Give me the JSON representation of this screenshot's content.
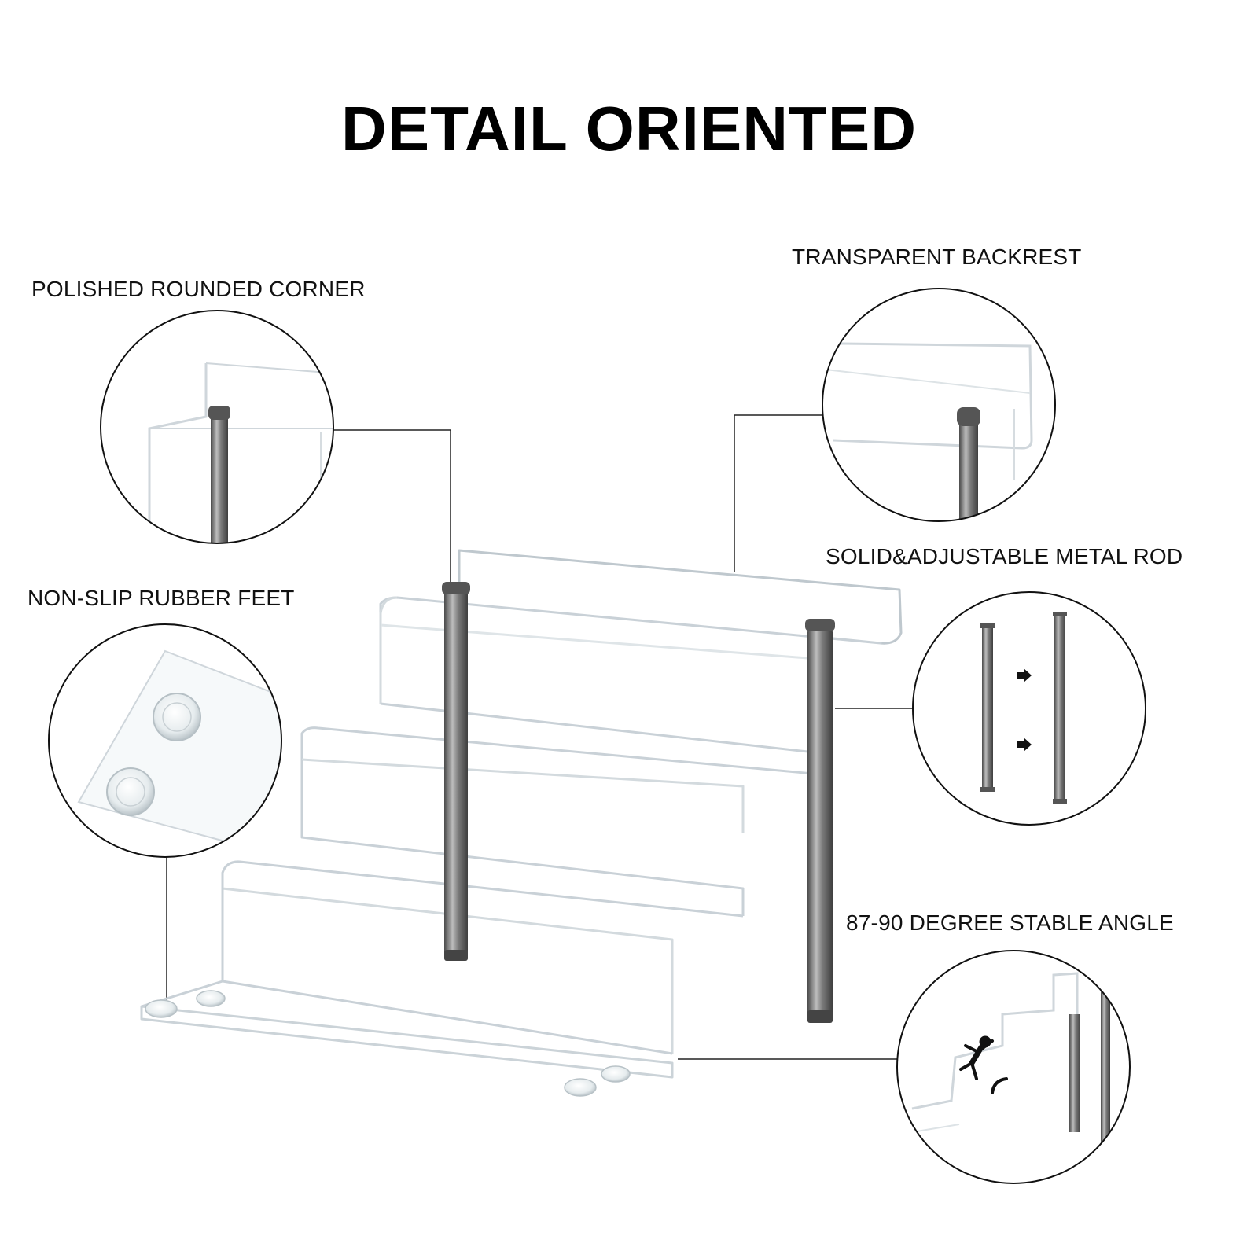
{
  "title": "DETAIL ORIENTED",
  "callouts": {
    "polished_corner": "POLISHED ROUNDED CORNER",
    "rubber_feet": "NON-SLIP RUBBER FEET",
    "backrest": "TRANSPARENT BACKREST",
    "metal_rod": "SOLID&ADJUSTABLE METAL ROD",
    "stable_angle": "87-90 DEGREE STABLE ANGLE"
  },
  "colors": {
    "acrylic_edge": "#cfd6dc",
    "rod": "#6e6e6e",
    "leader_line": "#222222",
    "circle_border": "#111111"
  },
  "icons": [
    "arrow-right-icon",
    "falling-person-icon"
  ]
}
